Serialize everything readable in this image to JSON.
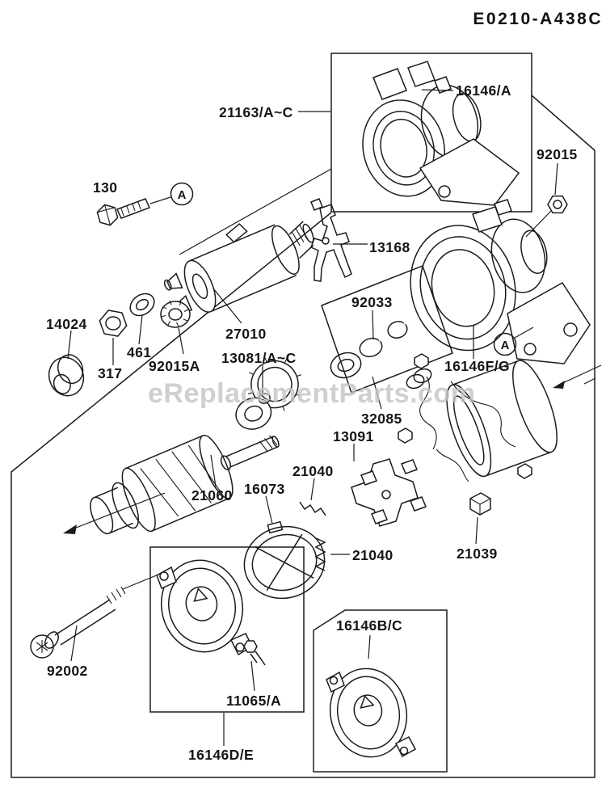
{
  "header": {
    "diagram_code": "E0210-A438C"
  },
  "watermark": {
    "text": "eReplacementParts.com"
  },
  "detail_marker": {
    "letter": "A"
  },
  "parts": {
    "p21163": {
      "label": "21163/A~C"
    },
    "p16146A": {
      "label": "16146/A"
    },
    "p92015": {
      "label": "92015"
    },
    "p130": {
      "label": "130"
    },
    "p13168": {
      "label": "13168"
    },
    "p14024": {
      "label": "14024"
    },
    "p461": {
      "label": "461"
    },
    "p317": {
      "label": "317"
    },
    "p92015A": {
      "label": "92015A"
    },
    "p27010": {
      "label": "27010"
    },
    "p13081": {
      "label": "13081/A~C"
    },
    "p92033": {
      "label": "92033"
    },
    "p16146FG": {
      "label": "16146F/G"
    },
    "p32085": {
      "label": "32085"
    },
    "p13091": {
      "label": "13091"
    },
    "p21040": {
      "label": "21040"
    },
    "p16073": {
      "label": "16073"
    },
    "p21060": {
      "label": "21060"
    },
    "p21039": {
      "label": "21039"
    },
    "p92002": {
      "label": "92002"
    },
    "p11065": {
      "label": "11065/A"
    },
    "p16146DE": {
      "label": "16146D/E"
    },
    "p16146BC": {
      "label": "16146B/C"
    }
  }
}
